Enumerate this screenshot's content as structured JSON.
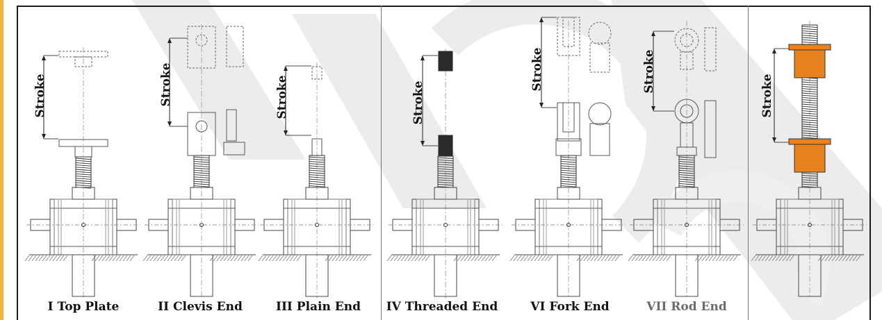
{
  "colors": {
    "frame": "#1a1a1a",
    "line": "#555555",
    "dark_thread": "#2b2b2b",
    "accent_orange": "#e8821c",
    "left_accent": "#f4b63a",
    "watermark": "#e6e6e6"
  },
  "stroke_text": "Stroke",
  "labels": [
    {
      "text": "I Top Plate"
    },
    {
      "text": "II Clevis End"
    },
    {
      "text": "III Plain End"
    },
    {
      "text": "IV Threaded End"
    },
    {
      "text": "VI Fork End"
    },
    {
      "text": "VII Rod End",
      "muted": true
    }
  ],
  "icons": [
    "top-plate-icon",
    "clevis-end-icon",
    "plain-end-icon",
    "threaded-end-icon",
    "fork-end-icon",
    "rod-end-icon",
    "bellows-nut-icon"
  ]
}
